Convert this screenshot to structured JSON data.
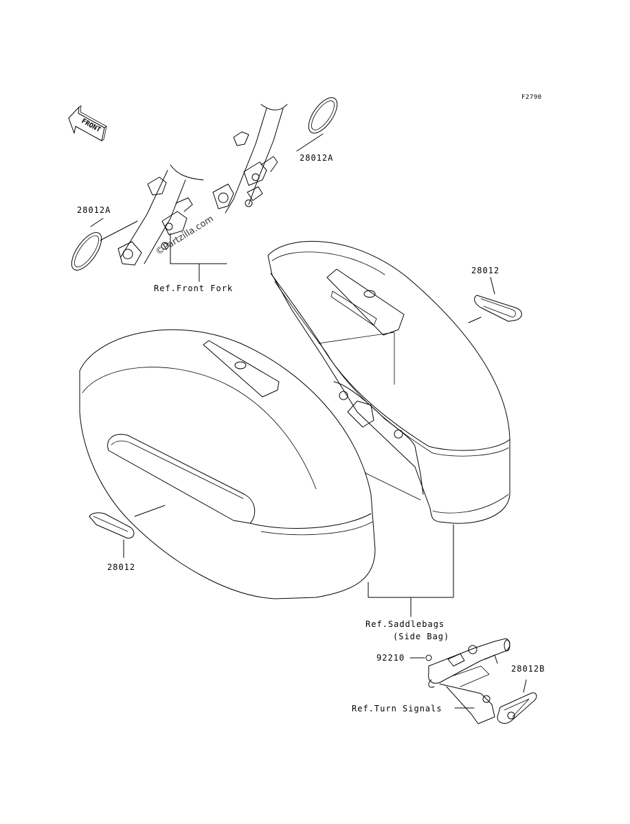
{
  "figure_id": "F2790",
  "front_arrow_label": "FRONT",
  "watermark": "©Partzilla.com",
  "labels": {
    "part_28012A_upper": "28012A",
    "part_28012A_left": "28012A",
    "part_28012_right": "28012",
    "part_28012_left": "28012",
    "part_28012B": "28012B",
    "part_92210": "92210",
    "ref_front_fork": "Ref.Front Fork",
    "ref_saddlebags_line1": "Ref.Saddlebags",
    "ref_saddlebags_line2": "(Side Bag)",
    "ref_turn_signals": "Ref.Turn Signals"
  }
}
